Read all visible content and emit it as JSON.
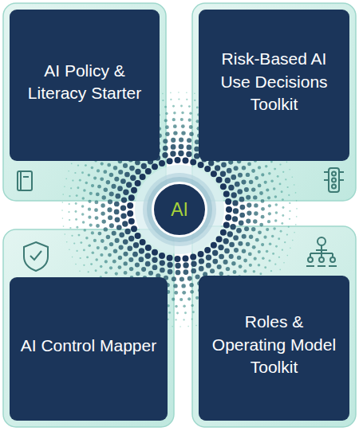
{
  "diagram": {
    "nodes": [
      {
        "text": [
          "AI Policy & Literacy Starter"
        ]
      },
      {
        "text": [
          "Risk-Based AI Use Decisions Toolkit"
        ]
      },
      {
        "text": [
          "AI"
        ]
      },
      {
        "text": [
          "AI Control Mapper"
        ]
      },
      {
        "text": [
          "Roles & Operating Model Toolkit"
        ]
      }
    ]
  }
}
